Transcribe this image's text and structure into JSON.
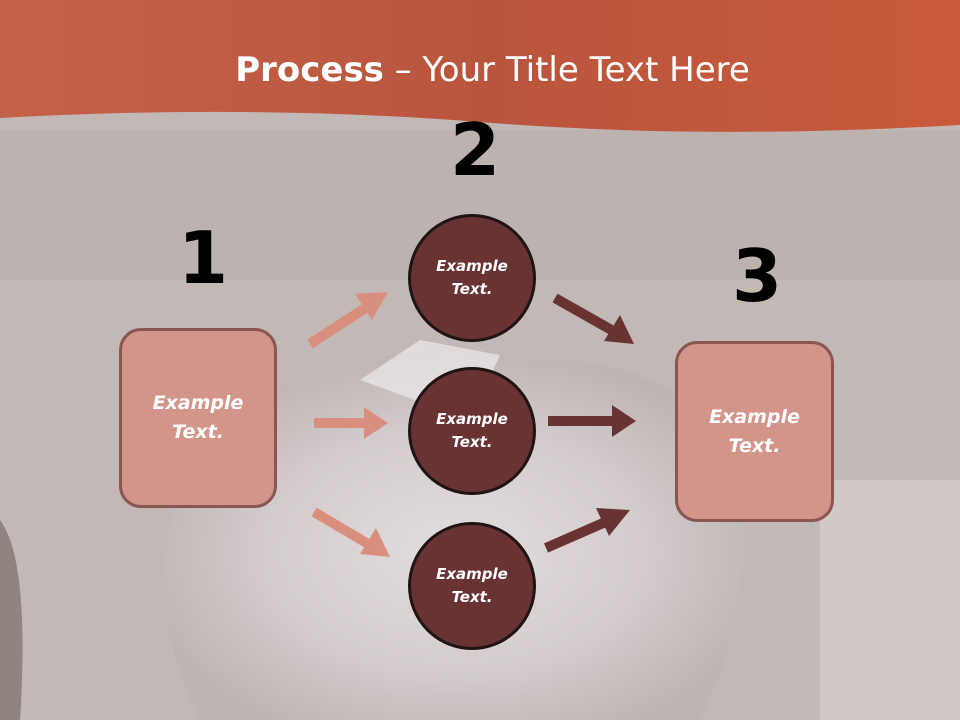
{
  "title": {
    "bold": "Process",
    "rest": " – Your Title Text Here"
  },
  "steps": {
    "n1": "1",
    "n2": "2",
    "n3": "3"
  },
  "left_box": {
    "line1": "Example",
    "line2": "Text."
  },
  "right_box": {
    "line1": "Example",
    "line2": "Text."
  },
  "circles": [
    {
      "line1": "Example",
      "line2": "Text."
    },
    {
      "line1": "Example",
      "line2": "Text."
    },
    {
      "line1": "Example",
      "line2": "Text."
    }
  ],
  "colors": {
    "header": "#c45a3f",
    "box_fill": "#d3958a",
    "circle_fill": "#6a3333",
    "arrow_light": "#d98f7d",
    "arrow_dark": "#6a3333"
  }
}
